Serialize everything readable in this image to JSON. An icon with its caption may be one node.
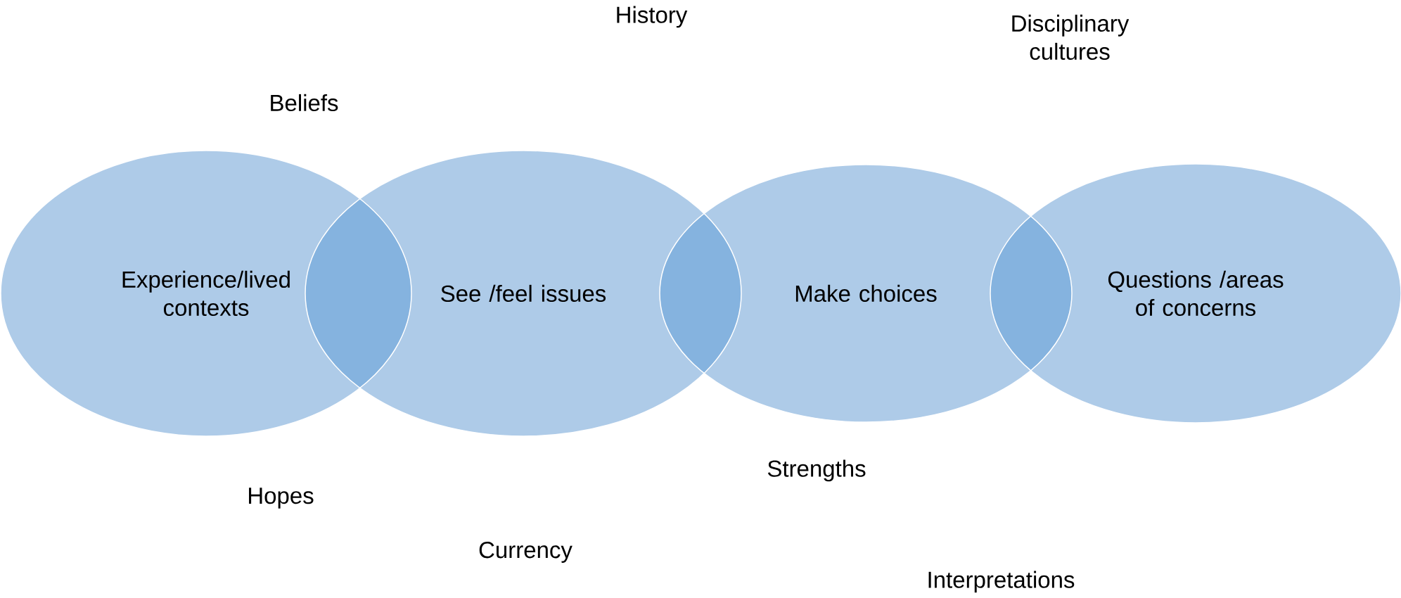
{
  "diagram": {
    "nodes": [
      {
        "text": [
          "Experience/lived contexts"
        ]
      },
      {
        "text": [
          "See /feel issues"
        ]
      },
      {
        "text": [
          "Make choices"
        ]
      },
      {
        "text": [
          "Questions /areas of concerns"
        ]
      }
    ],
    "labels": [
      "History",
      "Disciplinary cultures",
      "Beliefs",
      "Strengths",
      "Hopes",
      "Currency",
      "Interpretations"
    ]
  }
}
